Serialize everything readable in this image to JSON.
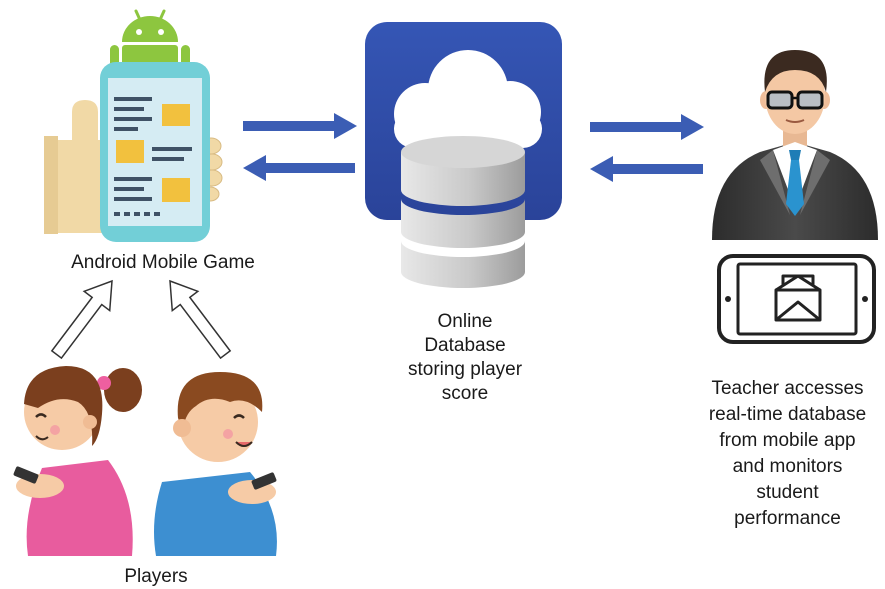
{
  "labels": {
    "game": "Android Mobile Game",
    "players": "Players",
    "database": [
      "Online",
      "Database",
      "storing player",
      "score"
    ],
    "teacher": [
      "Teacher accesses",
      "real-time database",
      "from mobile app",
      "and monitors",
      "student",
      "performance"
    ]
  },
  "icons": [
    "android-icon",
    "smartphone-icon",
    "hand-icon",
    "cloud-icon",
    "database-icon",
    "teacher-avatar-icon",
    "tablet-icon",
    "envelope-icon",
    "players-icon"
  ],
  "colors": {
    "arrow": "#3B5DB4",
    "panel": "#2E4BA7",
    "android": "#8DC63F",
    "phone": "#72CFD7",
    "highlight": "#F2C13E",
    "tie": "#2A93CF"
  }
}
